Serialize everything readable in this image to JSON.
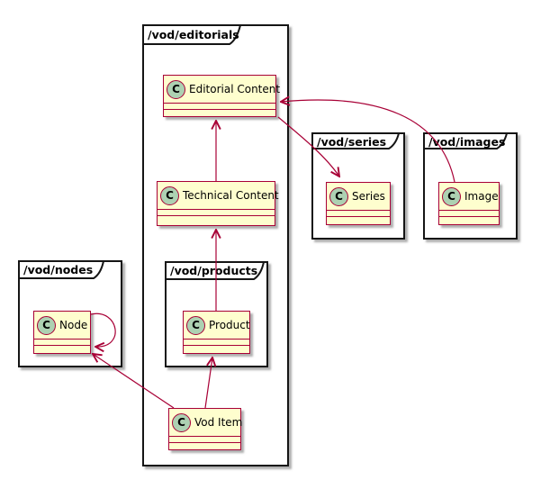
{
  "diagram_type": "uml-package-class-diagram",
  "colors": {
    "class_fill": "#FEFECE",
    "class_border": "#A80036",
    "arrow": "#A80036",
    "circle_fill": "#ADD1B2",
    "package_border": "#151515",
    "package_fill": "#FFFFFF",
    "background": "#FFFFFF"
  },
  "packages": [
    {
      "label": "/vod/editorials"
    },
    {
      "label": "/vod/nodes"
    },
    {
      "label": "/vod/products"
    },
    {
      "label": "/vod/series"
    },
    {
      "label": "/vod/images"
    }
  ],
  "classes": [
    {
      "label": "Editorial Content",
      "stereotype": "C",
      "package": "/vod/editorials"
    },
    {
      "label": "Technical Content",
      "stereotype": "C",
      "package": "/vod/editorials"
    },
    {
      "label": "Vod Item",
      "stereotype": "C",
      "package": "/vod/editorials"
    },
    {
      "label": "Node",
      "stereotype": "C",
      "package": "/vod/nodes"
    },
    {
      "label": "Product",
      "stereotype": "C",
      "package": "/vod/products"
    },
    {
      "label": "Series",
      "stereotype": "C",
      "package": "/vod/series"
    },
    {
      "label": "Image",
      "stereotype": "C",
      "package": "/vod/images"
    }
  ],
  "relations": [
    {
      "from": "Technical Content",
      "to": "Editorial Content"
    },
    {
      "from": "Product",
      "to": "Technical Content"
    },
    {
      "from": "Vod Item",
      "to": "Product"
    },
    {
      "from": "Vod Item",
      "to": "Node"
    },
    {
      "from": "Node",
      "to": "Node"
    },
    {
      "from": "Image",
      "to": "Editorial Content"
    },
    {
      "from": "Editorial Content",
      "to": "Series"
    }
  ]
}
